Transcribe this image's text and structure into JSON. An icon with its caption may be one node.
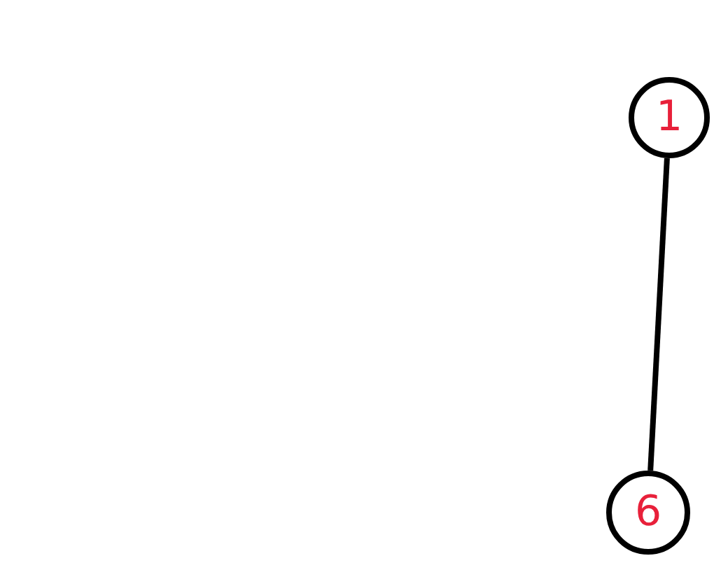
{
  "diagram": {
    "nodes": [
      {
        "text": [
          "1"
        ]
      },
      {
        "text": [
          "6"
        ]
      }
    ],
    "edges": [
      {
        "from": 0,
        "to": 1,
        "arrow": "none"
      }
    ]
  }
}
